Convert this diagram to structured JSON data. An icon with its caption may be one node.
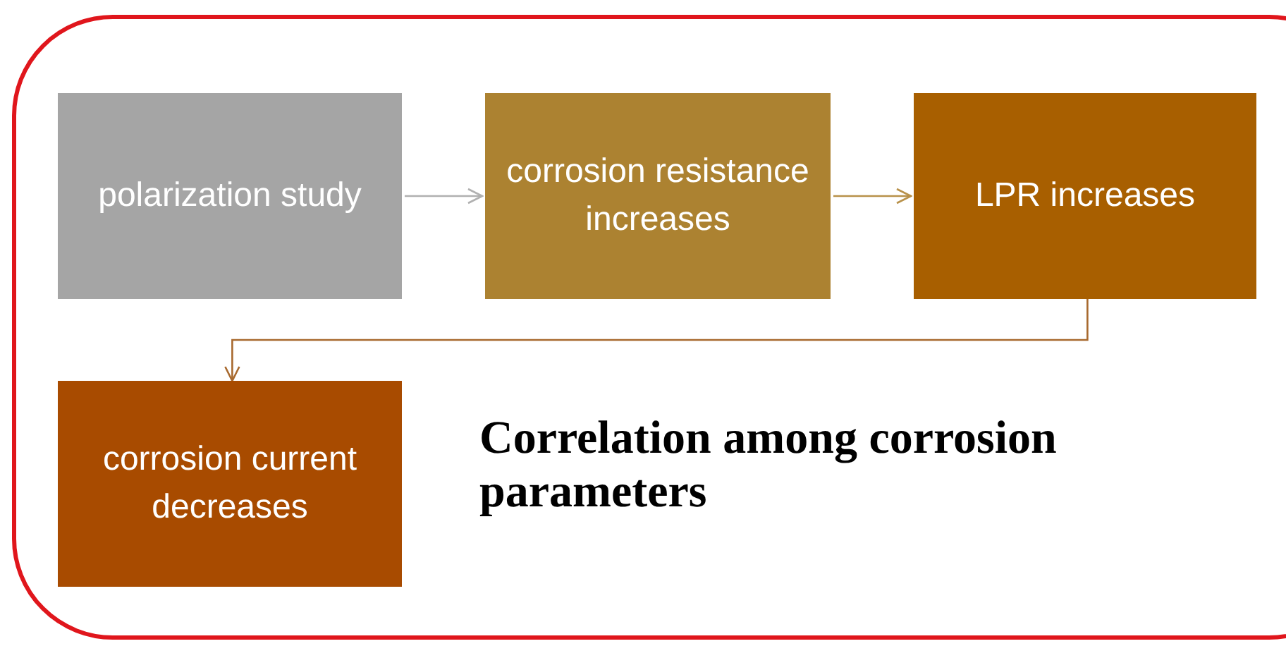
{
  "diagram": {
    "caption": "Correlation among corrosion parameters",
    "nodes": [
      {
        "text": [
          "polarization study"
        ]
      },
      {
        "text": [
          "corrosion resistance increases"
        ]
      },
      {
        "text": [
          "LPR increases"
        ]
      },
      {
        "text": [
          "corrosion current decreases"
        ]
      }
    ],
    "edges": [
      {
        "from": 0,
        "to": 1,
        "arrow": "to",
        "color": "#b0b0b0"
      },
      {
        "from": 1,
        "to": 2,
        "arrow": "to",
        "color": "#b8914a"
      },
      {
        "from": 2,
        "to": 3,
        "arrow": "to",
        "color": "#a8692e"
      }
    ]
  }
}
